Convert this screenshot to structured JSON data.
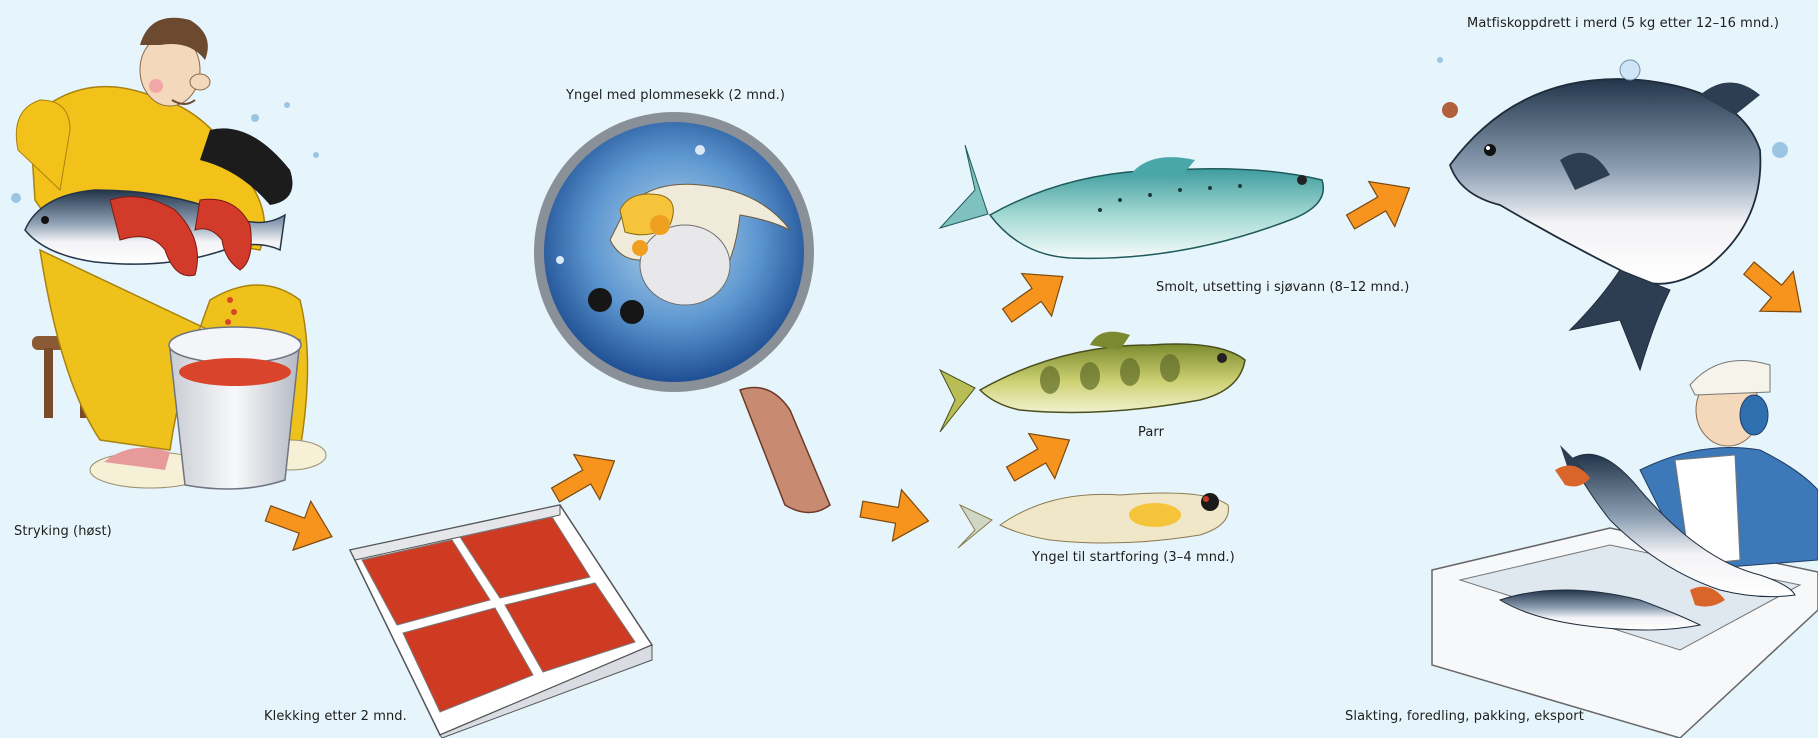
{
  "labels": {
    "stryking": "Stryking (høst)",
    "klekking": "Klekking etter 2 mnd.",
    "yngel_plommesekk": "Yngel med plommesekk (2 mnd.)",
    "yngel_startforing": "Yngel til startforing (3–4 mnd.)",
    "parr": "Parr",
    "smolt": "Smolt, utsetting i sjøvann (8–12 mnd.)",
    "matfisk": "Matfiskoppdrett i merd (5 kg etter 12–16 mnd.)",
    "slakting": "Slakting, foredling, pakking, eksport"
  },
  "colors": {
    "background": "#e6f4fb",
    "arrow": "#f7941d",
    "roe": "#d9442b",
    "salmon_back": "#2d3e52",
    "smolt_back": "#4aa7a8",
    "parr_body": "#b8bd55",
    "rainwear": "#f2c21a",
    "glove": "#d23a2a",
    "worker_shirt": "#3d79b8"
  },
  "icons": [
    "worker-stripping-icon",
    "hatching-tray-icon",
    "magnifier-alevin-icon",
    "fry-icon",
    "parr-icon",
    "smolt-icon",
    "adult-salmon-icon",
    "processing-worker-icon",
    "flow-arrow-icon"
  ]
}
